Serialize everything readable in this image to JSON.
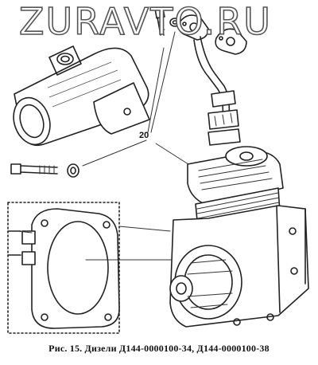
{
  "watermark": "ZURAVTO.RU",
  "callout_label": "20",
  "caption": "Рис. 15. Дизели Д144-0000100-34, Д144-0000100-38"
}
